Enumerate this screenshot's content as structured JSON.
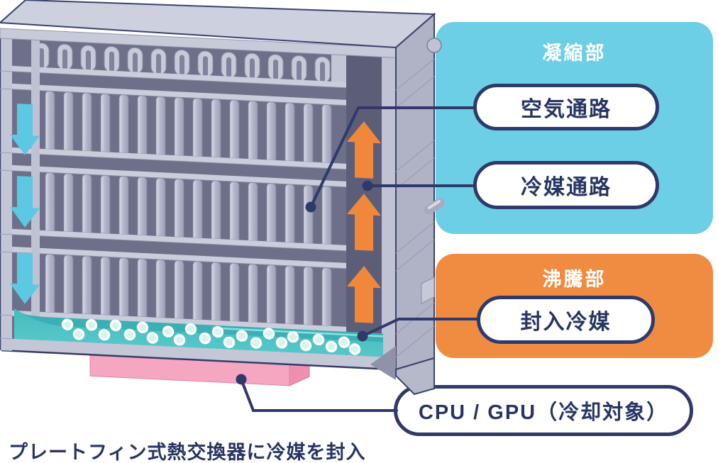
{
  "colors": {
    "navy_line": "#2E3A69",
    "navy_text": "#273563",
    "condensation_panel_bg": "#6CCFE6",
    "boiling_panel_bg": "#EF8C42",
    "cool_air_arrow": "#5CC8E2",
    "vapor_arrow": "#F0883C",
    "refrigerant_liquid": "#4DC1C4",
    "cpu_block": "#F5A6C0",
    "metal_light": "#C7CAD9",
    "metal_interior_dark": "#6E7089"
  },
  "condensation_panel": {
    "title": "凝縮部",
    "labels": [
      "空気通路",
      "冷媒通路"
    ]
  },
  "boiling_panel": {
    "title": "沸騰部",
    "labels": [
      "封入冷媒"
    ]
  },
  "cpu_pill": {
    "label": "CPU / GPU（冷却対象）"
  },
  "caption": "プレートフィン式熱交換器に冷媒を封入",
  "icons": {
    "down_arrows": "cool-air-down-arrow-icon",
    "up_arrows": "vapor-up-arrow-icon",
    "bubbles": "boiling-bubbles"
  }
}
